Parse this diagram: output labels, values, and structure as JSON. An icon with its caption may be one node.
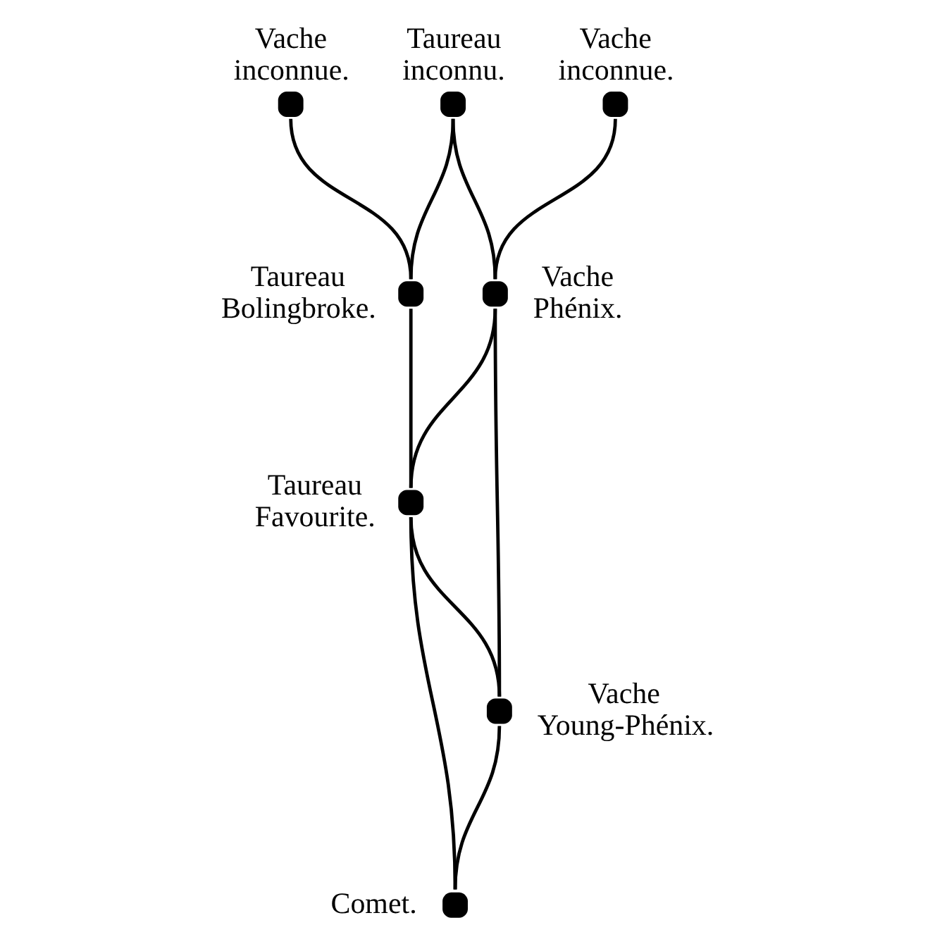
{
  "diagram": {
    "nodes": [
      {
        "text": [],
        "shape": "circle",
        "beside": [
          "Vache inconnue."
        ]
      },
      {
        "text": [],
        "shape": "circle",
        "beside": [
          "Taureau inconnu."
        ]
      },
      {
        "text": [],
        "shape": "circle",
        "beside": [
          "Vache inconnue."
        ]
      },
      {
        "text": [],
        "shape": "circle",
        "beside": [
          "Taureau Bolingbroke."
        ]
      },
      {
        "text": [],
        "shape": "circle",
        "beside": [
          "Vache Phénix."
        ]
      },
      {
        "text": [],
        "shape": "circle",
        "beside": [
          "Taureau Favourite."
        ]
      },
      {
        "text": [],
        "shape": "circle",
        "beside": [
          "Vache Young-Phénix."
        ]
      },
      {
        "text": [],
        "shape": "circle",
        "beside": [
          "Comet."
        ]
      }
    ],
    "edges": [
      {
        "from": 0,
        "to": 3,
        "arrow": "none"
      },
      {
        "from": 1,
        "to": 3,
        "arrow": "none"
      },
      {
        "from": 1,
        "to": 4,
        "arrow": "none"
      },
      {
        "from": 2,
        "to": 4,
        "arrow": "none"
      },
      {
        "from": 3,
        "to": 5,
        "arrow": "none"
      },
      {
        "from": 4,
        "to": 5,
        "arrow": "none"
      },
      {
        "from": 4,
        "to": 6,
        "arrow": "none"
      },
      {
        "from": 5,
        "to": 6,
        "arrow": "none"
      },
      {
        "from": 5,
        "to": 7,
        "arrow": "none"
      },
      {
        "from": 6,
        "to": 7,
        "arrow": "none"
      }
    ]
  }
}
